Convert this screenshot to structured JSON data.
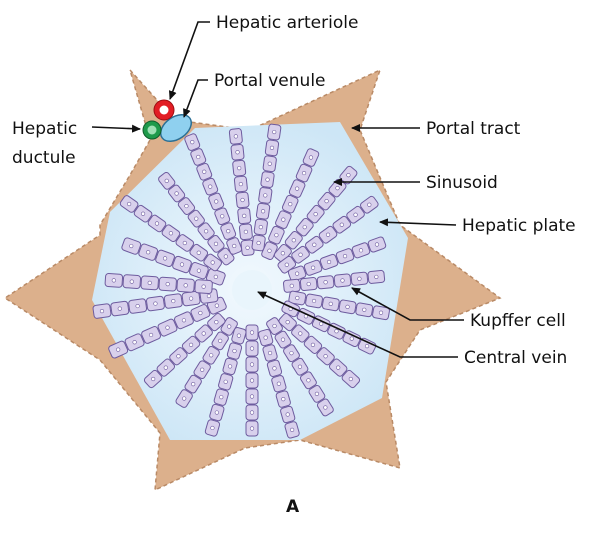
{
  "figure_label": "A",
  "labels": {
    "hepatic_arteriole": "Hepatic arteriole",
    "portal_venule": "Portal venule",
    "hepatic_ductule_line1": "Hepatic",
    "hepatic_ductule_line2": "ductule",
    "portal_tract": "Portal tract",
    "sinusoid": "Sinusoid",
    "hepatic_plate": "Hepatic plate",
    "kupffer_cell": "Kupffer cell",
    "central_vein": "Central vein"
  },
  "colors": {
    "portal_tract_fill": "#dcb08c",
    "lobule_fill": "#dceef9",
    "hepatocyte_fill": "#d8d0ec",
    "hepatocyte_stroke": "#6d5b9e",
    "artery_red": "#e21d24",
    "venule_blue": "#8fd0ef",
    "ductule_green": "#1e9a4b"
  },
  "icons": {
    "arrow": "arrow-icon"
  }
}
